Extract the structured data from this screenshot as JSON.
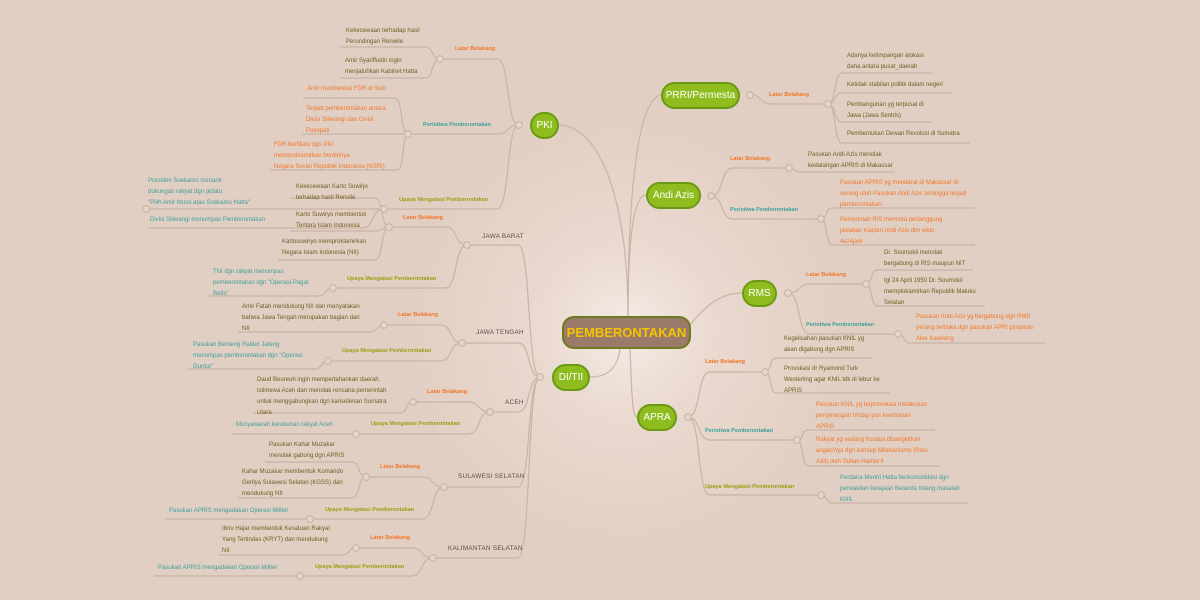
{
  "title": "PEMBERONTAKAN",
  "pki": {
    "label": "PKI",
    "latar": {
      "label": "Latar Belakang",
      "items": [
        "Kekecewaan terhadap hasil\nPerundingan Renwile",
        "Amir Syariffudin ingin\nmenjatuhkan Kabinet Hatta"
      ]
    },
    "peristiwa": {
      "label": "Peristiwa Pemberontakan",
      "items": [
        "Amir membentuk FDR di Solo",
        "Terjadi pemberontakan antara\nDivisi Siliwangi dan Divisi\nPasopati",
        "FDR berfiliasi dgn PKI\nmemproklamirkan berdirinya\nNegara Soviet Republik Indonesia (NSRI)"
      ]
    },
    "upaya": {
      "label": "Upaya Mengatasi Pemberontakan",
      "items": [
        "Presiden Soekamo menarik\ndukungan rakyat dgn pidato\n\"Pilih Amir Muso atau Soekamo Hatta\"",
        "Divisi Siliwangi menumpas Pemberontakan"
      ]
    }
  },
  "di_tii": {
    "label": "DI/TII",
    "regions": [
      {
        "label": "JAWA BARAT",
        "latar": {
          "label": "Latar Belakang",
          "items": [
            "Kekecewaan Karto Suwirjo\nterhadap hasil Renvile",
            "Karto Suwiryo membentuk\nTentara Islam Indonesia",
            "Kartosuwiryo memproklamirkan\nNegara Islam Indonesia (NII)"
          ]
        },
        "upaya": {
          "label": "Upaya Mengatasi Pemberontakan",
          "items": [
            "TNI dgn rakyat menumpas\npemberontakan  dgn \"Operasi Pagar\nBetis\""
          ]
        }
      },
      {
        "label": "JAWA TENGAH",
        "latar": {
          "label": "Latar Belakang",
          "items": [
            "Amir Fatah mendukung NII dan menyatakan\nbahwa Jawa Tengah merupakan bagian dari\nNII"
          ]
        },
        "upaya": {
          "label": "Upaya Mengatasi Pemberontakan",
          "items": [
            "Pasukan Benteng Raider Jateng\nmenumpas pemberontakan  dgn \"Operasi\nGuntur\""
          ]
        }
      },
      {
        "label": "ACEH",
        "latar": {
          "label": "Latar Belakang",
          "items": [
            "Daud Beureuh ingin mempertahankan daerah\nistimewa Aceh dan menolak rencana pemerintah\nuntuk menggabungkan dgn karisidenan Sumatra\nUtara"
          ]
        },
        "upaya": {
          "label": "Upaya Mengatasi Pemberontakan",
          "items": [
            "Musyawarah  kerukunan rakyat Aceh"
          ]
        }
      },
      {
        "label": "SULAWESI SELATAN",
        "latar": {
          "label": "Latar Belakang",
          "items": [
            "Pasukan Kahar Muzakar\nmenolak gabung dgn APRIS",
            "Kahar Muzakar membentuk Komando\nGerilya Sulawesi Selatan (KGSS) dan\nmendukung NII"
          ]
        },
        "upaya": {
          "label": "Upaya Mengatasi Pemberontakan",
          "items": [
            "Pasukan APRIS mengadakan Operasi Militer"
          ]
        }
      },
      {
        "label": "KALIMANTAN  SELATAN",
        "latar": {
          "label": "Latar Belakang",
          "items": [
            "Ibnu Hajar membentuk  Kesatuan Rakyat\nYang Tertindas (KRYT) dan mendukung\nNII"
          ]
        },
        "upaya": {
          "label": "Upaya Mengatasi Pemberontakan",
          "items": [
            "Pasukan APRIS mengadakan Operasi  Militer"
          ]
        }
      }
    ]
  },
  "prri": {
    "label": "PRRI/Permesta",
    "latar": {
      "label": "Latar Belakang",
      "items": [
        "Adanya ketimpangan  alokasi\ndana antara pusat_daerah",
        "Ketidak stabilan politik dalam negeri",
        "Pembangunan yg terpusat di\nJawa (Jawa Sentris)",
        "Pembentukan  Dewan Revolusi di Sumatra"
      ]
    }
  },
  "andi_azis": {
    "label": "Andi Azis",
    "latar": {
      "label": "Latar Belakang",
      "items": [
        "Pasukan Andi Azis menolak\nkedatangan APRIS di Makassar"
      ]
    },
    "peristiwa": {
      "label": "Peristiwa Pemberontakan",
      "items": [
        "Pasukan APRIS yg mendarat di Makassar di\nserang oleh Pasukan Andi Azis sehingga terjadi\npemberontakan",
        "Pemerintah RIS meminta pertanggung\njawaban Kapten Andi Azis dlm wktu\n4x24jam"
      ]
    }
  },
  "rms": {
    "label": "RMS",
    "latar": {
      "label": "Latar Belakang",
      "items": [
        "Dr. Soumokil menolak\nbergabung di RIS maupun NIT",
        "tgl 24 April 1950 Dr. Soumokil\nmemplokamirkan Republik Maluku\nSelatan"
      ]
    },
    "peristiwa": {
      "label": "Peristiwa Pemberontakan",
      "items": [
        "Pasukan Andi Azis yg bergabung  dgn RMS\nperang terbuka dgn pasukan  APRI pimpinan\nAlex Kawilang"
      ]
    }
  },
  "apra": {
    "label": "APRA",
    "latar": {
      "label": "Latar Belakang",
      "items": [
        "Kegelisahan  pasukan KNIL yg\nakan digabung  dgn APRIS",
        "Provokasi dr Ryamond Turk\nWesterling agar KNIL tdk di lebur ke\nAPRIS"
      ]
    },
    "peristiwa": {
      "label": "Peristiwa Pemberontakan",
      "items": [
        "Pasukan KNIL yg terprovokasi melakukan\npenyerangan trhdap pos keamanan\nAPRIS",
        "Rakyat yg sedang frustasi dibangkitkan\n angan'nya dgn konsep Milerianisme  (Ratu\nAdil) oleh Sultan Hamid II"
      ]
    },
    "upaya": {
      "label": "Upaya Mengatasi Pemberontakan",
      "items": [
        "Perdana Mentri Hatta berkonsolidasi dgn\nperwakilan kerajaan Belanda tntang masalah\nKNIL"
      ]
    }
  },
  "colors": {
    "node": "#8fbd1f",
    "center": "#9a7a68",
    "center_text": "#f5c400",
    "latar": "#f0772a",
    "peristiwa": "#3e9f9c",
    "upaya": "#95a214"
  }
}
